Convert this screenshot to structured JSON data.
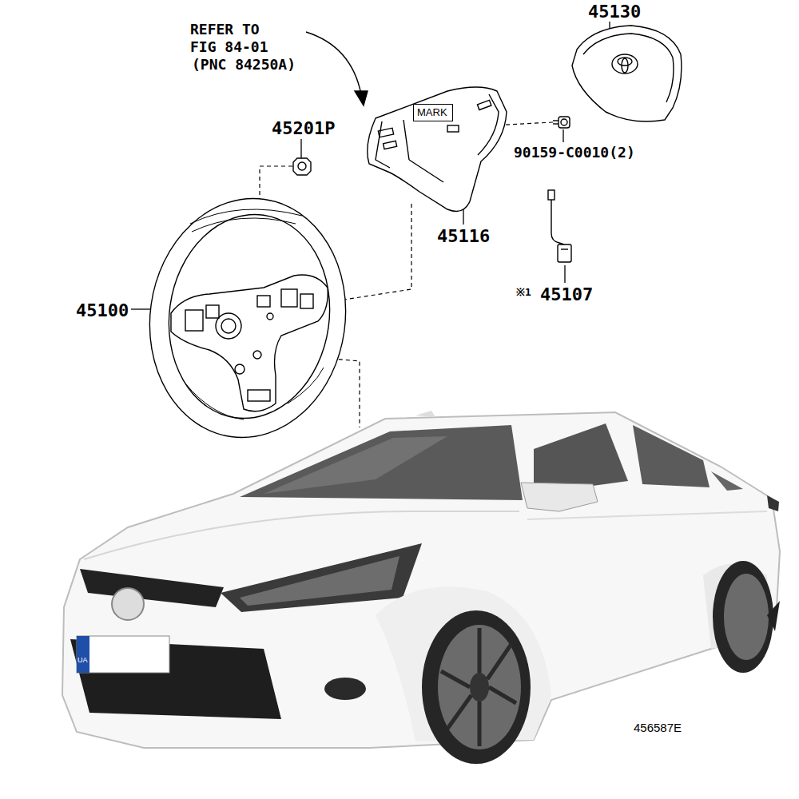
{
  "diagram": {
    "nodes": [
      {
        "text": [
          "MARK"
        ]
      }
    ],
    "labels": [
      "45130",
      "REFER TO",
      "FIG 84-01",
      "(PNC 84250A)",
      "45201P",
      "90159-C0010(2)",
      "45116",
      "45100",
      "※1",
      "45107",
      "UA",
      "456587E"
    ]
  }
}
